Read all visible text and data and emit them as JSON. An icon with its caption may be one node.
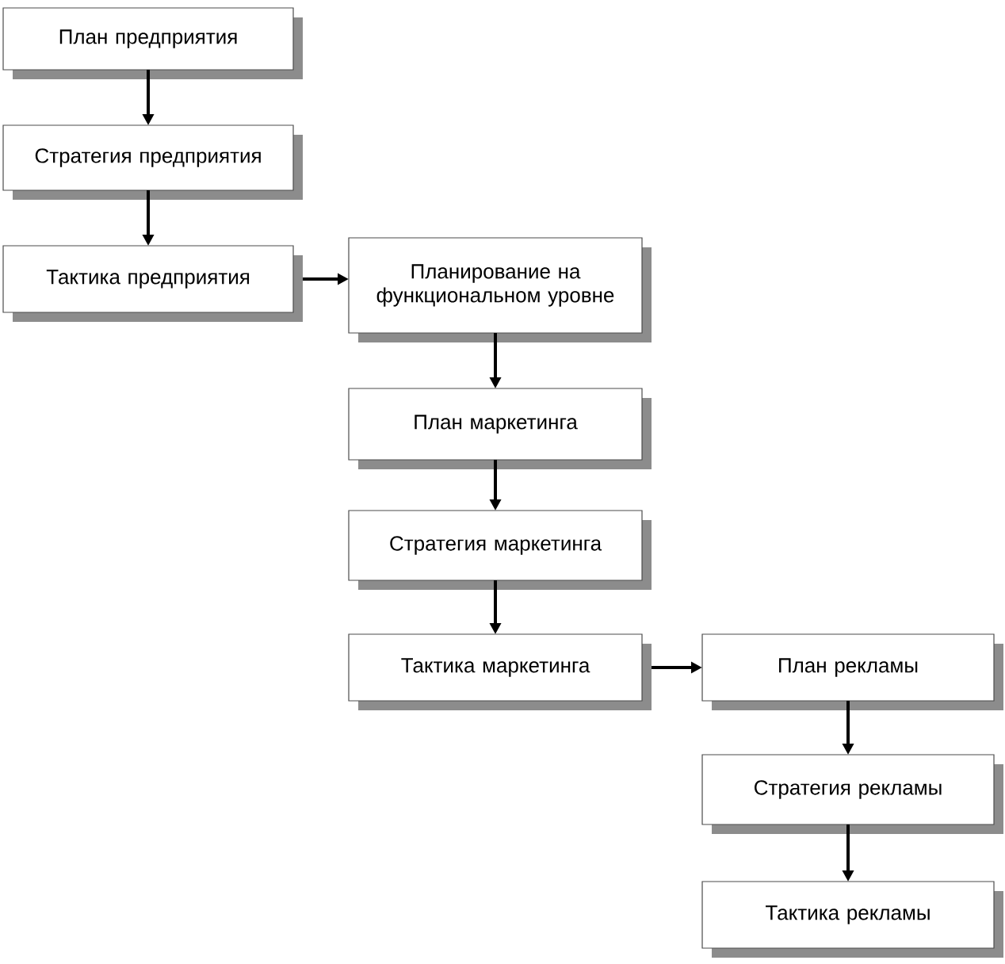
{
  "diagram": {
    "nodes": [
      {
        "text": [
          "План предприятия"
        ]
      },
      {
        "text": [
          "Стратегия предприятия"
        ]
      },
      {
        "text": [
          "Тактика предприятия"
        ]
      },
      {
        "text": [
          "Планирование на функциональном уровне"
        ]
      },
      {
        "text": [
          "План маркетинга"
        ]
      },
      {
        "text": [
          "Стратегия маркетинга"
        ]
      },
      {
        "text": [
          "Тактика маркетинга"
        ]
      },
      {
        "text": [
          "План рекламы"
        ]
      },
      {
        "text": [
          "Стратегия рекламы"
        ]
      },
      {
        "text": [
          "Тактика рекламы"
        ]
      }
    ],
    "edges": [
      {
        "from": 0,
        "to": 1,
        "arrow": "to"
      },
      {
        "from": 1,
        "to": 2,
        "arrow": "to"
      },
      {
        "from": 2,
        "to": 3,
        "arrow": "to"
      },
      {
        "from": 3,
        "to": 4,
        "arrow": "to"
      },
      {
        "from": 4,
        "to": 5,
        "arrow": "to"
      },
      {
        "from": 5,
        "to": 6,
        "arrow": "to"
      },
      {
        "from": 6,
        "to": 7,
        "arrow": "to"
      },
      {
        "from": 7,
        "to": 8,
        "arrow": "to"
      },
      {
        "from": 8,
        "to": 9,
        "arrow": "to"
      }
    ]
  }
}
